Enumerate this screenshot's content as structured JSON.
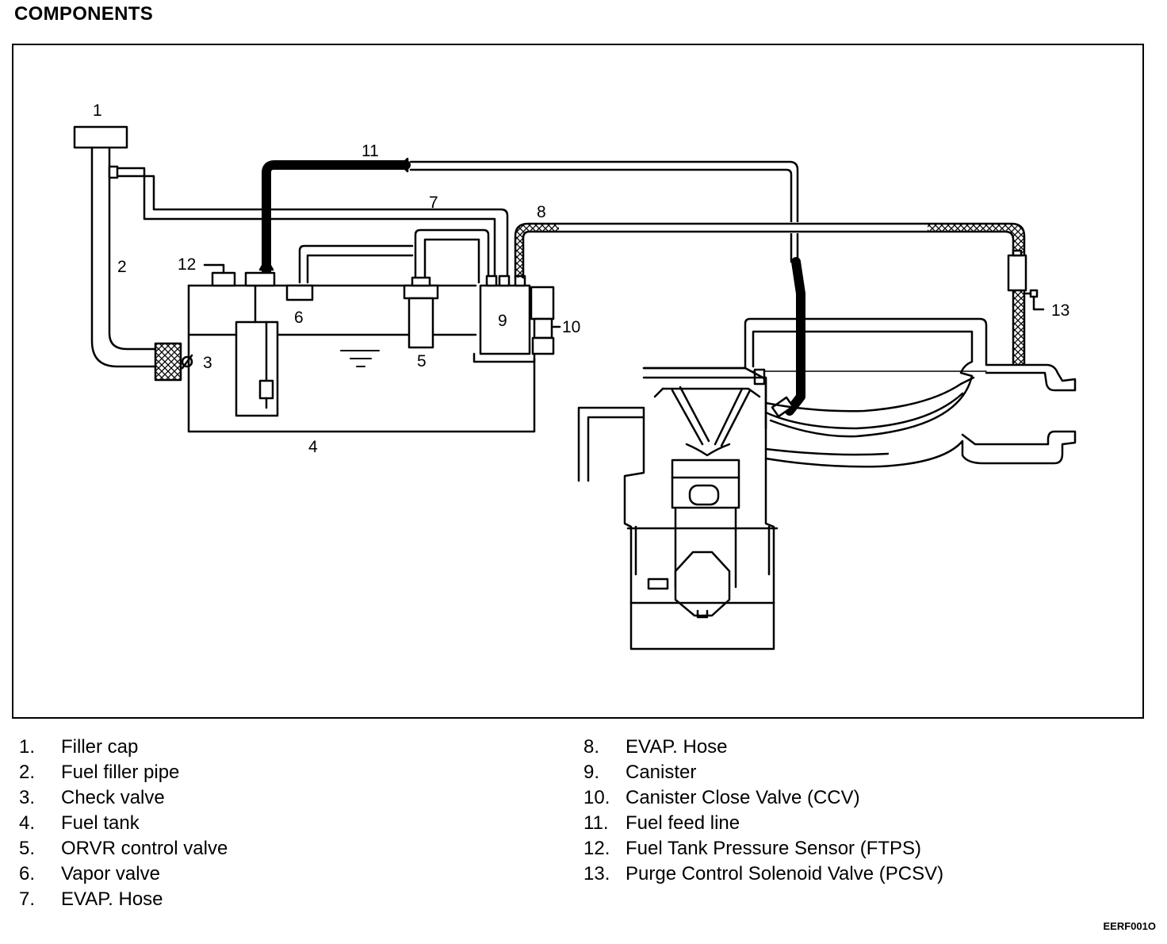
{
  "title": "COMPONENTS",
  "figure_code": "EERF001O",
  "callouts": [
    "1",
    "2",
    "3",
    "4",
    "5",
    "6",
    "7",
    "8",
    "9",
    "10",
    "11",
    "12",
    "13"
  ],
  "legend": [
    {
      "num": "1.",
      "label": "Filler cap"
    },
    {
      "num": "2.",
      "label": "Fuel filler pipe"
    },
    {
      "num": "3.",
      "label": "Check valve"
    },
    {
      "num": "4.",
      "label": "Fuel tank"
    },
    {
      "num": "5.",
      "label": "ORVR control valve"
    },
    {
      "num": "6.",
      "label": "Vapor valve"
    },
    {
      "num": "7.",
      "label": "EVAP. Hose"
    },
    {
      "num": "8.",
      "label": "EVAP. Hose"
    },
    {
      "num": "9.",
      "label": "Canister"
    },
    {
      "num": "10.",
      "label": "Canister Close Valve (CCV)"
    },
    {
      "num": "11.",
      "label": "Fuel feed line"
    },
    {
      "num": "12.",
      "label": "Fuel Tank Pressure Sensor (FTPS)"
    },
    {
      "num": "13.",
      "label": "Purge Control Solenoid Valve (PCSV)"
    }
  ]
}
